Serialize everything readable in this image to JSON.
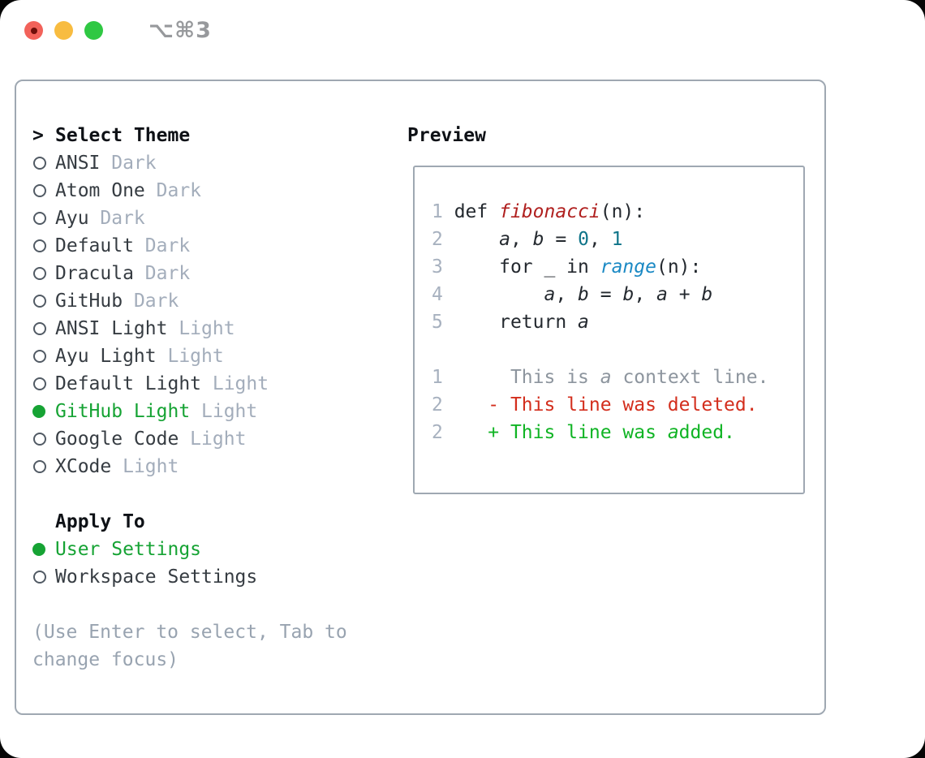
{
  "titlebar": {
    "shortcut": "⌥⌘3"
  },
  "colors": {
    "selected_green": "#16a334",
    "added_green": "#10b424",
    "deleted_red": "#d32e1d",
    "function_red": "#b0201f",
    "builtin_blue": "#1b89c4",
    "number_teal": "#0f7489",
    "code_ink": "#24292f",
    "line_number_gray": "#a7b1bf",
    "context_gray": "#8d959e",
    "tag_gray": "#a3adbb",
    "hint_gray": "#98a3b0",
    "theme_name_ink": "#363c42",
    "header_ink": "#0e1116",
    "border_gray": "#9fa8b2",
    "marker_gray": "#515a64",
    "traffic_red": "#f2625a",
    "traffic_yellow": "#f8bc40",
    "traffic_green": "#2fc843"
  },
  "selector": {
    "header": {
      "prefix": ">",
      "label": "Select Theme"
    },
    "themes": [
      {
        "name": "ANSI",
        "tag": "Dark",
        "selected": false
      },
      {
        "name": "Atom One",
        "tag": "Dark",
        "selected": false
      },
      {
        "name": "Ayu",
        "tag": "Dark",
        "selected": false
      },
      {
        "name": "Default",
        "tag": "Dark",
        "selected": false
      },
      {
        "name": "Dracula",
        "tag": "Dark",
        "selected": false
      },
      {
        "name": "GitHub",
        "tag": "Dark",
        "selected": false
      },
      {
        "name": "ANSI Light",
        "tag": "Light",
        "selected": false
      },
      {
        "name": "Ayu Light",
        "tag": "Light",
        "selected": false
      },
      {
        "name": "Default Light",
        "tag": "Light",
        "selected": false
      },
      {
        "name": "GitHub Light",
        "tag": "Light",
        "selected": true
      },
      {
        "name": "Google Code",
        "tag": "Light",
        "selected": false
      },
      {
        "name": "XCode",
        "tag": "Light",
        "selected": false
      }
    ],
    "apply_to": {
      "label": "Apply To",
      "options": [
        {
          "name": "User Settings",
          "selected": true
        },
        {
          "name": "Workspace Settings",
          "selected": false
        }
      ]
    },
    "hint_lines": [
      "(Use Enter to select, Tab to",
      "change focus)"
    ]
  },
  "preview": {
    "label": "Preview",
    "lines": [
      [
        {
          "t": "1",
          "s": "num"
        },
        {
          "t": " def ",
          "s": "plain"
        },
        {
          "t": "fibonacci",
          "s": "fn"
        },
        {
          "t": "(n):",
          "s": "plain"
        }
      ],
      [
        {
          "t": "2",
          "s": "num"
        },
        {
          "t": "     ",
          "s": "plain"
        },
        {
          "t": "a",
          "s": "var"
        },
        {
          "t": ", ",
          "s": "plain"
        },
        {
          "t": "b",
          "s": "var"
        },
        {
          "t": " = ",
          "s": "plain"
        },
        {
          "t": "0",
          "s": "lit"
        },
        {
          "t": ", ",
          "s": "plain"
        },
        {
          "t": "1",
          "s": "lit"
        }
      ],
      [
        {
          "t": "3",
          "s": "num"
        },
        {
          "t": "     for _ in ",
          "s": "plain"
        },
        {
          "t": "range",
          "s": "call"
        },
        {
          "t": "(n):",
          "s": "plain"
        }
      ],
      [
        {
          "t": "4",
          "s": "num"
        },
        {
          "t": "         ",
          "s": "plain"
        },
        {
          "t": "a",
          "s": "var"
        },
        {
          "t": ", ",
          "s": "plain"
        },
        {
          "t": "b",
          "s": "var"
        },
        {
          "t": " = ",
          "s": "plain"
        },
        {
          "t": "b",
          "s": "var"
        },
        {
          "t": ", ",
          "s": "plain"
        },
        {
          "t": "a",
          "s": "var"
        },
        {
          "t": " + ",
          "s": "plain"
        },
        {
          "t": "b",
          "s": "var"
        }
      ],
      [
        {
          "t": "5",
          "s": "num"
        },
        {
          "t": "     return ",
          "s": "plain"
        },
        {
          "t": "a",
          "s": "var"
        }
      ],
      [],
      [
        {
          "t": "1",
          "s": "num"
        },
        {
          "t": "      ",
          "s": "plain"
        },
        {
          "t": "This is ",
          "s": "ctx"
        },
        {
          "t": "a",
          "s": "ctxi"
        },
        {
          "t": " context line.",
          "s": "ctx"
        }
      ],
      [
        {
          "t": "2",
          "s": "num"
        },
        {
          "t": "    ",
          "s": "plain"
        },
        {
          "t": "- This line was deleted.",
          "s": "del"
        }
      ],
      [
        {
          "t": "2",
          "s": "num"
        },
        {
          "t": "    ",
          "s": "plain"
        },
        {
          "t": "+ This line was ",
          "s": "add"
        },
        {
          "t": "a",
          "s": "addi"
        },
        {
          "t": "dded.",
          "s": "add"
        }
      ]
    ]
  }
}
